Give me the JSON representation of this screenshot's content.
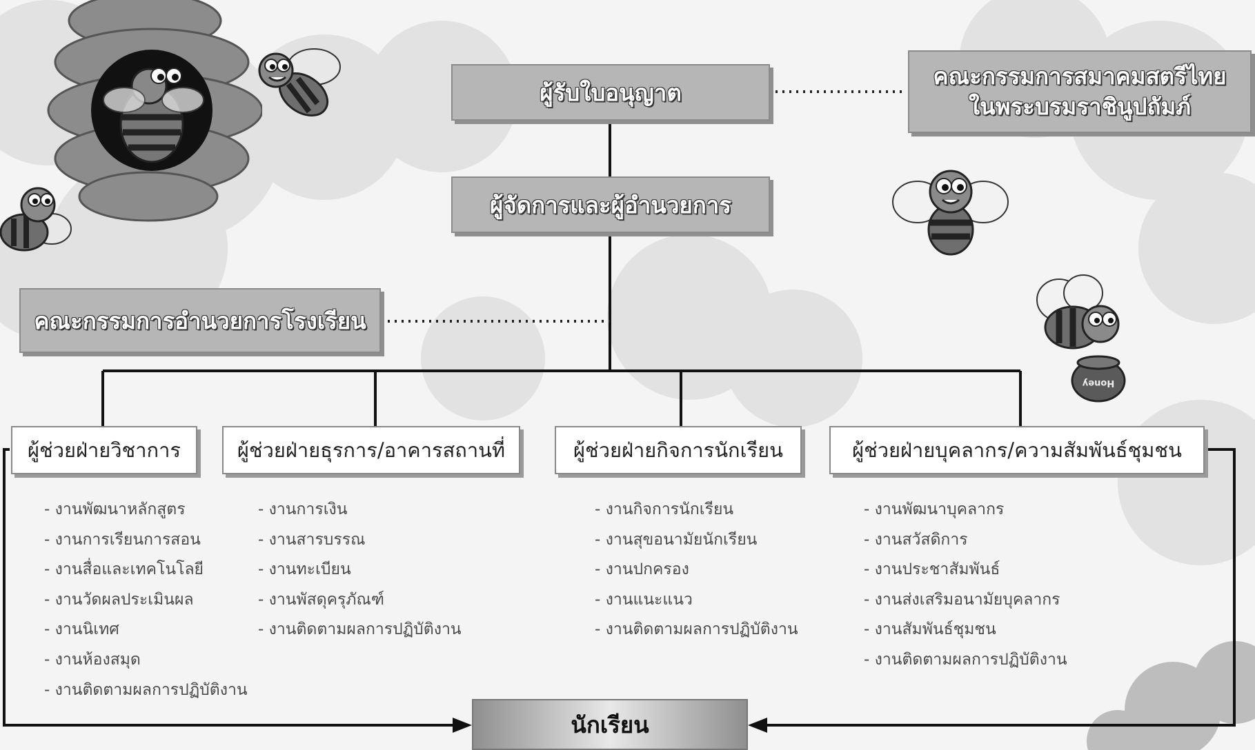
{
  "diagram": {
    "licensee": "ผู้รับใบอนุญาต",
    "committee_top": [
      "คณะกรรมการสมาคมสตรีไทย",
      "ในพระบรมราชินูปถัมภ์"
    ],
    "manager": "ผู้จัดการและผู้อำนวยการ",
    "school_committee": "คณะกรรมการอำนวยการโรงเรียน",
    "student": "นักเรียน",
    "departments": [
      {
        "title": "ผู้ช่วยฝ่ายวิชาการ",
        "tasks": [
          "งานพัฒนาหลักสูตร",
          "งานการเรียนการสอน",
          "งานสื่อและเทคโนโลยี",
          "งานวัดผลประเมินผล",
          "งานนิเทศ",
          "งานห้องสมุด",
          "งานติดตามผลการปฏิบัติงาน"
        ]
      },
      {
        "title": "ผู้ช่วยฝ่ายธุรการ/อาคารสถานที่",
        "tasks": [
          "งานการเงิน",
          "งานสารบรรณ",
          "งานทะเบียน",
          "งานพัสดุครุภัณฑ์",
          "งานติดตามผลการปฏิบัติงาน"
        ]
      },
      {
        "title": "ผู้ช่วยฝ่ายกิจการนักเรียน",
        "tasks": [
          "งานกิจการนักเรียน",
          "งานสุขอนามัยนักเรียน",
          "งานปกครอง",
          "งานแนะแนว",
          "งานติดตามผลการปฏิบัติงาน"
        ]
      },
      {
        "title": "ผู้ช่วยฝ่ายบุคลากร/ความสัมพันธ์ชุมชน",
        "tasks": [
          "งานพัฒนาบุคลากร",
          "งานสวัสดิการ",
          "งานประชาสัมพันธ์",
          "งานส่งเสริมอนามัยบุคลากร",
          "งานสัมพันธ์ชุมชน",
          "งานติดตามผลการปฏิบัติงาน"
        ]
      }
    ]
  },
  "decorations": {
    "pot_label": "Honey",
    "icons": [
      "beehive-icon",
      "bee-icon",
      "honey-pot-icon"
    ]
  },
  "colors": {
    "background": "#f4f4f4",
    "gray_box": "#b6b6b6",
    "line": "#111111"
  }
}
